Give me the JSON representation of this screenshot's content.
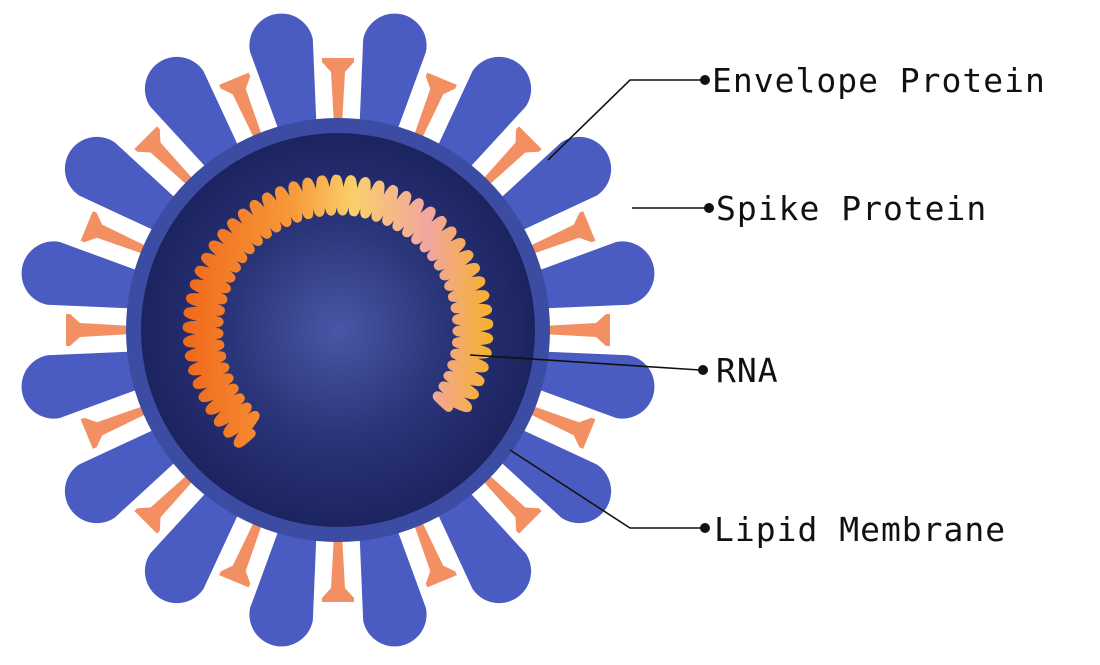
{
  "labels": {
    "envelope_protein": "Envelope Protein",
    "spike_protein": "Spike Protein",
    "rna": "RNA",
    "lipid_membrane": "Lipid Membrane"
  },
  "colors": {
    "spike": "#4a5bc2",
    "envelope": "#f39063",
    "membrane": "#3d4ca3",
    "core": "#1f2763",
    "rna_orange": "#f07020",
    "rna_yellow": "#f8c060",
    "rna_pink": "#f0a0a0",
    "text": "#111111"
  }
}
